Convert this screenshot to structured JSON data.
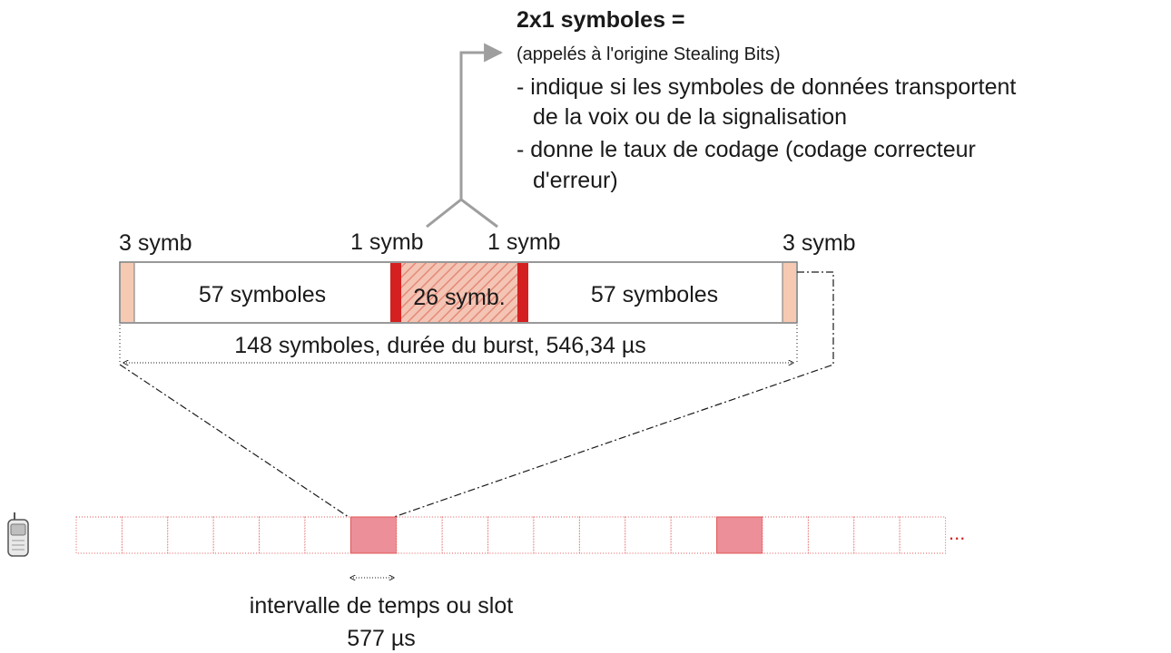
{
  "annotation": {
    "title": "2x1 symboles =",
    "subtitle": "(appelés à l'origine Stealing Bits)",
    "lines": [
      "- indique si les symboles de données transportent",
      "de la voix ou de la signalisation",
      "- donne le taux de codage (codage correcteur",
      "d'erreur)"
    ]
  },
  "burst": {
    "labels": {
      "tail_left": "3 symb",
      "stealing_left": "1 symb",
      "stealing_right": "1 symb",
      "tail_right": "3 symb"
    },
    "segments": [
      {
        "name": "tail-left",
        "text": "",
        "symbols": 3
      },
      {
        "name": "data-left",
        "text": "57 symboles",
        "symbols": 57
      },
      {
        "name": "stealing-left",
        "text": "",
        "symbols": 1
      },
      {
        "name": "training",
        "text": "26 symb.",
        "symbols": 26
      },
      {
        "name": "stealing-right",
        "text": "",
        "symbols": 1
      },
      {
        "name": "data-right",
        "text": "57 symboles",
        "symbols": 57
      },
      {
        "name": "tail-right",
        "text": "",
        "symbols": 3
      }
    ],
    "duration_label": "148 symboles, durée du burst, 546,34 µs"
  },
  "timeline": {
    "slot_count": 19,
    "highlighted_slots": [
      6,
      14
    ],
    "ellipsis": "...",
    "slot_label": "intervalle de temps ou slot",
    "slot_duration": "577 µs"
  },
  "colors": {
    "tail": "#f6c9b2",
    "stealing": "#d42020",
    "training_fill": "#f4c4b4",
    "training_hatch": "#e48a78",
    "slot_border": "#e25555",
    "slot_highlight": "#ec8f99",
    "arrow": "#9e9e9e"
  },
  "icons": {
    "phone": "mobile-phone-icon"
  }
}
